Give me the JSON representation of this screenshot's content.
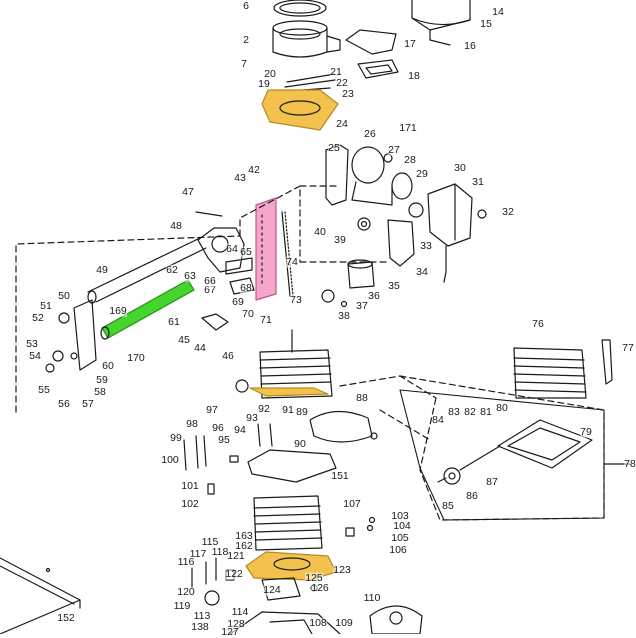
{
  "colors": {
    "ink": "#1a1a1a",
    "highlight_orange": "#f2c14e",
    "highlight_pink": "#f3a6c8",
    "highlight_green": "#44d62c"
  },
  "callouts": [
    "6",
    "14",
    "15",
    "16",
    "2",
    "17",
    "7",
    "18",
    "20",
    "21",
    "19",
    "22",
    "23",
    "24",
    "26",
    "171",
    "25",
    "27",
    "28",
    "29",
    "30",
    "31",
    "32",
    "42",
    "43",
    "47",
    "48",
    "40",
    "39",
    "33",
    "34",
    "35",
    "36",
    "37",
    "38",
    "74",
    "73",
    "71",
    "70",
    "69",
    "68",
    "67",
    "66",
    "65",
    "64",
    "63",
    "62",
    "61",
    "49",
    "50",
    "51",
    "52",
    "169",
    "53",
    "54",
    "55",
    "56",
    "57",
    "58",
    "59",
    "60",
    "170",
    "45",
    "44",
    "46",
    "76",
    "77",
    "88",
    "97",
    "98",
    "96",
    "92",
    "91",
    "89",
    "93",
    "95",
    "94",
    "99",
    "90",
    "100",
    "101",
    "102",
    "151",
    "80",
    "83",
    "82",
    "81",
    "84",
    "79",
    "87",
    "86",
    "85",
    "78",
    "107",
    "103",
    "104",
    "105",
    "106",
    "163",
    "162",
    "121",
    "115",
    "118",
    "117",
    "116",
    "122",
    "123",
    "125",
    "124",
    "126",
    "120",
    "119",
    "114",
    "113",
    "128",
    "127",
    "138",
    "108",
    "109",
    "110",
    "152"
  ]
}
